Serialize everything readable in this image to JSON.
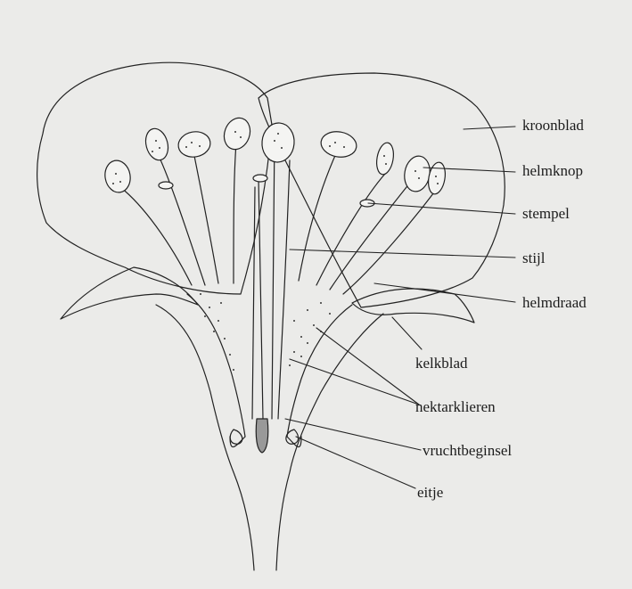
{
  "diagram": {
    "labels": {
      "kroonblad": "kroonblad",
      "helmknop": "helmknop",
      "stempel": "stempel",
      "stijl": "stijl",
      "helmdraad": "helmdraad",
      "kelkblad": "kelkblad",
      "nektarklieren": "nektarklieren",
      "vruchtbeginsel": "vruchtbeginsel",
      "eitje": "eitje"
    },
    "colors": {
      "background": "#ebebe9",
      "ink": "#1c1c1c"
    }
  }
}
